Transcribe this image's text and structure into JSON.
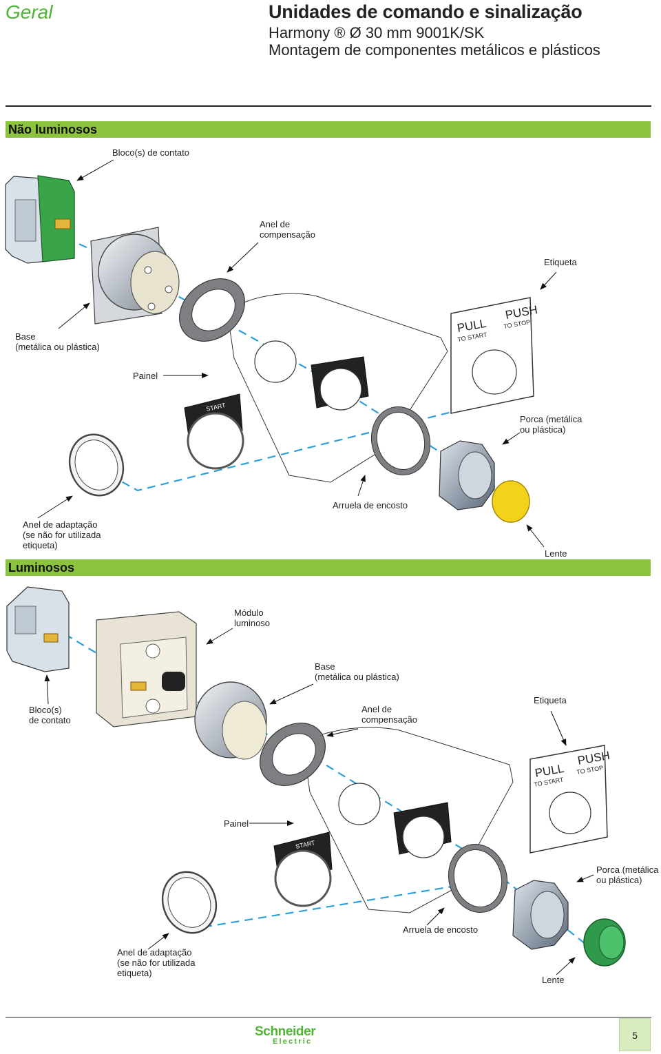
{
  "header": {
    "section": "Geral",
    "title": "Unidades de comando e sinalização",
    "subtitle_line1": "Harmony ® Ø 30 mm 9001K/SK",
    "subtitle_line2": "Montagem de componentes metálicos e plásticos"
  },
  "section1": {
    "title": "Não luminosos",
    "labels": {
      "bloco": "Bloco(s) de contato",
      "anel_comp_1": "Anel de",
      "anel_comp_2": "compensação",
      "etiqueta": "Etiqueta",
      "base_1": "Base",
      "base_2": "(metálica ou plástica)",
      "painel": "Painel",
      "porca_1": "Porca (metálica",
      "porca_2": "ou plástica)",
      "arruela": "Arruela de encosto",
      "anel_adapt_1": "Anel de adaptação",
      "anel_adapt_2": "(se não for utilizada",
      "anel_adapt_3": "etiqueta)",
      "lente": "Lente"
    },
    "legend_plate": {
      "pull": "PULL",
      "to_start": "TO START",
      "push": "PUSH",
      "to_stop": "TO STOP"
    },
    "start_tab": "START"
  },
  "section2": {
    "title": "Luminosos",
    "labels": {
      "modulo_1": "Módulo",
      "modulo_2": "luminoso",
      "base_1": "Base",
      "base_2": "(metálica ou plástica)",
      "bloco_1": "Bloco(s)",
      "bloco_2": "de contato",
      "anel_comp_1": "Anel de",
      "anel_comp_2": "compensação",
      "etiqueta": "Etiqueta",
      "painel": "Painel",
      "porca_1": "Porca (metálica",
      "porca_2": "ou plástica)",
      "arruela": "Arruela de encosto",
      "anel_adapt_1": "Anel de adaptação",
      "anel_adapt_2": "(se não for utilizada",
      "anel_adapt_3": "etiqueta)",
      "lente": "Lente"
    },
    "legend_plate": {
      "pull": "PULL",
      "to_start": "TO START",
      "push": "PUSH",
      "to_stop": "TO STOP"
    },
    "start_tab": "START"
  },
  "footer": {
    "brand_line1": "Schneider",
    "brand_line2": "Electric",
    "page_number": "5"
  },
  "colors": {
    "accent_green": "#8cc43e",
    "section_word": "#4fb436",
    "axis_blue": "#2b9fd8",
    "lens_yellow": "#f3d21a",
    "lens_green": "#2e9a4a",
    "contact_green": "#3aa548"
  }
}
